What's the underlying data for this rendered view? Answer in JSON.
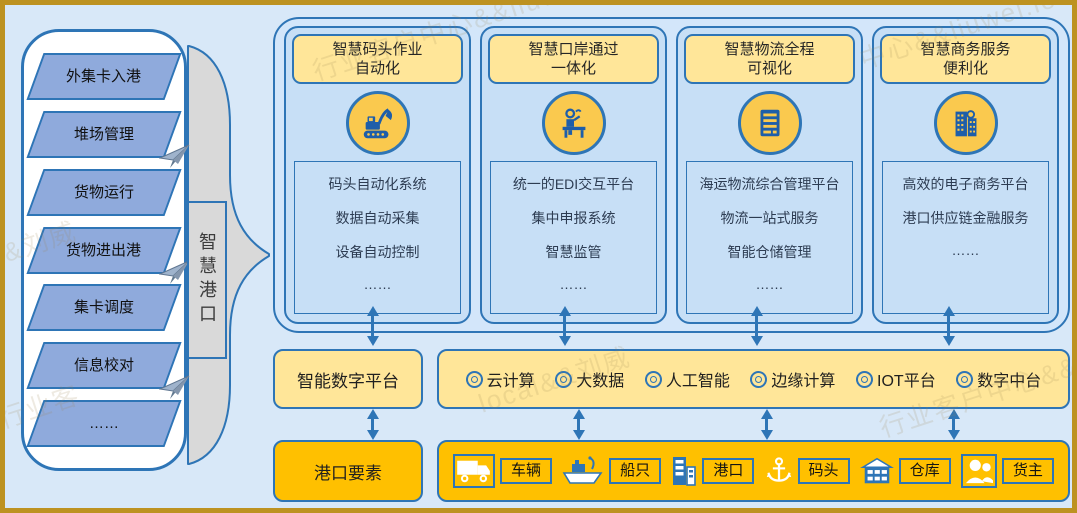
{
  "colors": {
    "accent_blue": "#2E75B6",
    "light_yellow": "#FFE699",
    "orange": "#FFC000",
    "parallelogram_blue": "#8FAADC",
    "gray": "#D9D9D9",
    "background": "#D8E8F8",
    "gold_border": "#BD9221"
  },
  "watermark": {
    "segments": [
      "行业客户中心&&liuwei.loc",
      "&&刘威",
      "local&&刘威",
      "行业客户中心&&",
      "中心&&liuwei.lo",
      "行业客"
    ]
  },
  "left_panel": {
    "items": [
      "外集卡入港",
      "堆场管理",
      "货物运行",
      "货物进出港",
      "集卡调度",
      "信息校对",
      "……"
    ]
  },
  "center_label": "智慧港口",
  "columns": [
    {
      "title1": "智慧码头作业",
      "title2": "自动化",
      "icon": "excavator-icon",
      "items": [
        "码头自动化系统",
        "数据自动采集",
        "设备自动控制",
        "……"
      ]
    },
    {
      "title1": "智慧口岸通过",
      "title2": "一体化",
      "icon": "customs-clearance-icon",
      "items": [
        "统一的EDI交互平台",
        "集中申报系统",
        "智慧监管",
        "……"
      ]
    },
    {
      "title1": "智慧物流全程",
      "title2": "可视化",
      "icon": "logistics-document-icon",
      "items": [
        "海运物流综合管理平台",
        "物流一站式服务",
        "智能仓储管理",
        "……"
      ]
    },
    {
      "title1": "智慧商务服务",
      "title2": "便利化",
      "icon": "commerce-buildings-icon",
      "items": [
        "高效的电子商务平台",
        "港口供应链金融服务",
        "……"
      ]
    }
  ],
  "platform_box": {
    "label": "智能数字平台"
  },
  "tech_row": {
    "bullet": "◎",
    "items": [
      "云计算",
      "大数据",
      "人工智能",
      "边缘计算",
      "IOT平台",
      "数字中台"
    ]
  },
  "elements_box": {
    "label": "港口要素"
  },
  "bottom_row": {
    "items": [
      {
        "icon": "truck-icon",
        "label": "车辆"
      },
      {
        "icon": "ship-icon",
        "label": "船只"
      },
      {
        "icon": "port-building-icon",
        "label": "港口"
      },
      {
        "icon": "anchor-icon",
        "label": "码头"
      },
      {
        "icon": "warehouse-icon",
        "label": "仓库"
      },
      {
        "icon": "people-icon",
        "label": "货主"
      }
    ]
  }
}
